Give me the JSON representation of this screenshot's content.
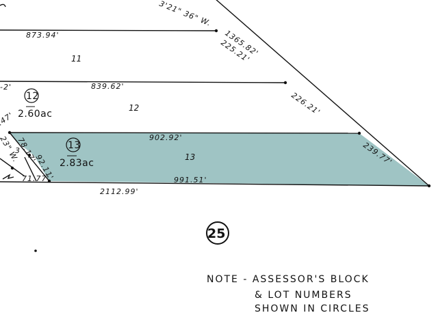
{
  "colors": {
    "highlight_fill": "#9fc4c4",
    "line": "#111111",
    "paper": "#ffffff"
  },
  "bearing_top": "3'21\" 36\" W.",
  "dimensions": {
    "d873_94": "873.94'",
    "d1365_82": "1365.82'",
    "d225_21_a": "225.21'",
    "d839_62": "839.62'",
    "d_2": "-2'",
    "d226_21": "226.21'",
    "d47": ".47'",
    "d902_92": "902.92'",
    "d239_77": "239.77'",
    "d78_17": "78.17'",
    "d92_11": "92.11'",
    "d23w": "23\" W.",
    "d3": "3",
    "d71_77": "71.77'",
    "d991_51": "991.51'",
    "d2112_99": "2112.99'"
  },
  "lots": {
    "lot11": "11",
    "lot12": "12",
    "lot13": "13"
  },
  "assessor": {
    "circle12": "12",
    "acres12": "2.60ac",
    "circle13": "13",
    "acres13": "2.83ac"
  },
  "block_number": "25",
  "note": {
    "line1": "NOTE - ASSESSOR'S BLOCK",
    "line2": "& LOT NUMBERS",
    "line3": "SHOWN IN CIRCLES"
  }
}
